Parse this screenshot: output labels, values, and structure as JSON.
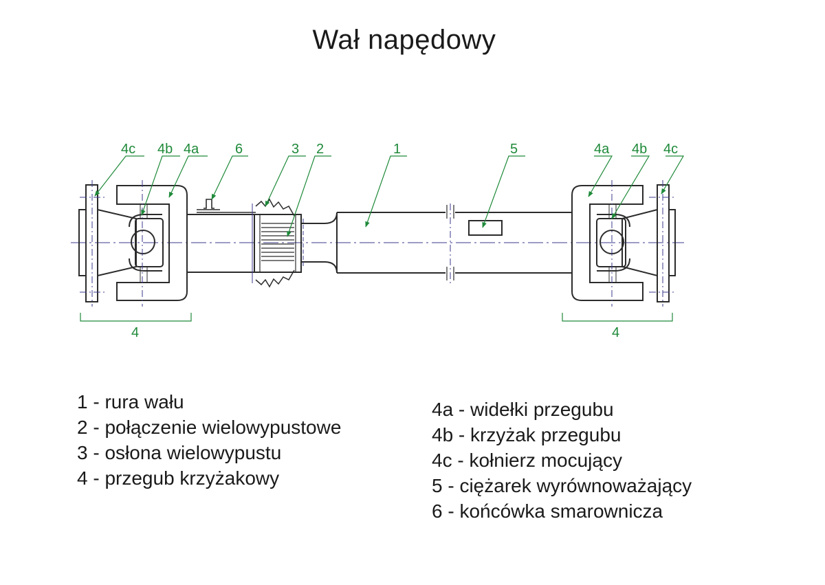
{
  "title": "Wał napędowy",
  "callouts": [
    {
      "id": "c4c-left",
      "text": "4c"
    },
    {
      "id": "c4b-left",
      "text": "4b"
    },
    {
      "id": "c4a-left",
      "text": "4a"
    },
    {
      "id": "c6",
      "text": "6"
    },
    {
      "id": "c3",
      "text": "3"
    },
    {
      "id": "c2",
      "text": "2"
    },
    {
      "id": "c1",
      "text": "1"
    },
    {
      "id": "c5",
      "text": "5"
    },
    {
      "id": "c4a-right",
      "text": "4a"
    },
    {
      "id": "c4b-right",
      "text": "4b"
    },
    {
      "id": "c4c-right",
      "text": "4c"
    }
  ],
  "dimensions": [
    {
      "id": "dim-left",
      "text": "4"
    },
    {
      "id": "dim-right",
      "text": "4"
    }
  ],
  "legend_left": [
    "1 - rura wału",
    "2 - połączenie wielowypustowe",
    "3 - osłona wielowypustu",
    "4 - przegub krzyżakowy"
  ],
  "legend_right": [
    "4a - widełki przegubu",
    "4b - krzyżak przegubu",
    "4c - kołnierz mocujący",
    "5 - ciężarek wyrównoważający",
    "6 - końcówka smarownicza"
  ],
  "colors": {
    "line": "#3a3a8c",
    "callout": "#1f8a3a",
    "text": "#1a1a1a"
  }
}
